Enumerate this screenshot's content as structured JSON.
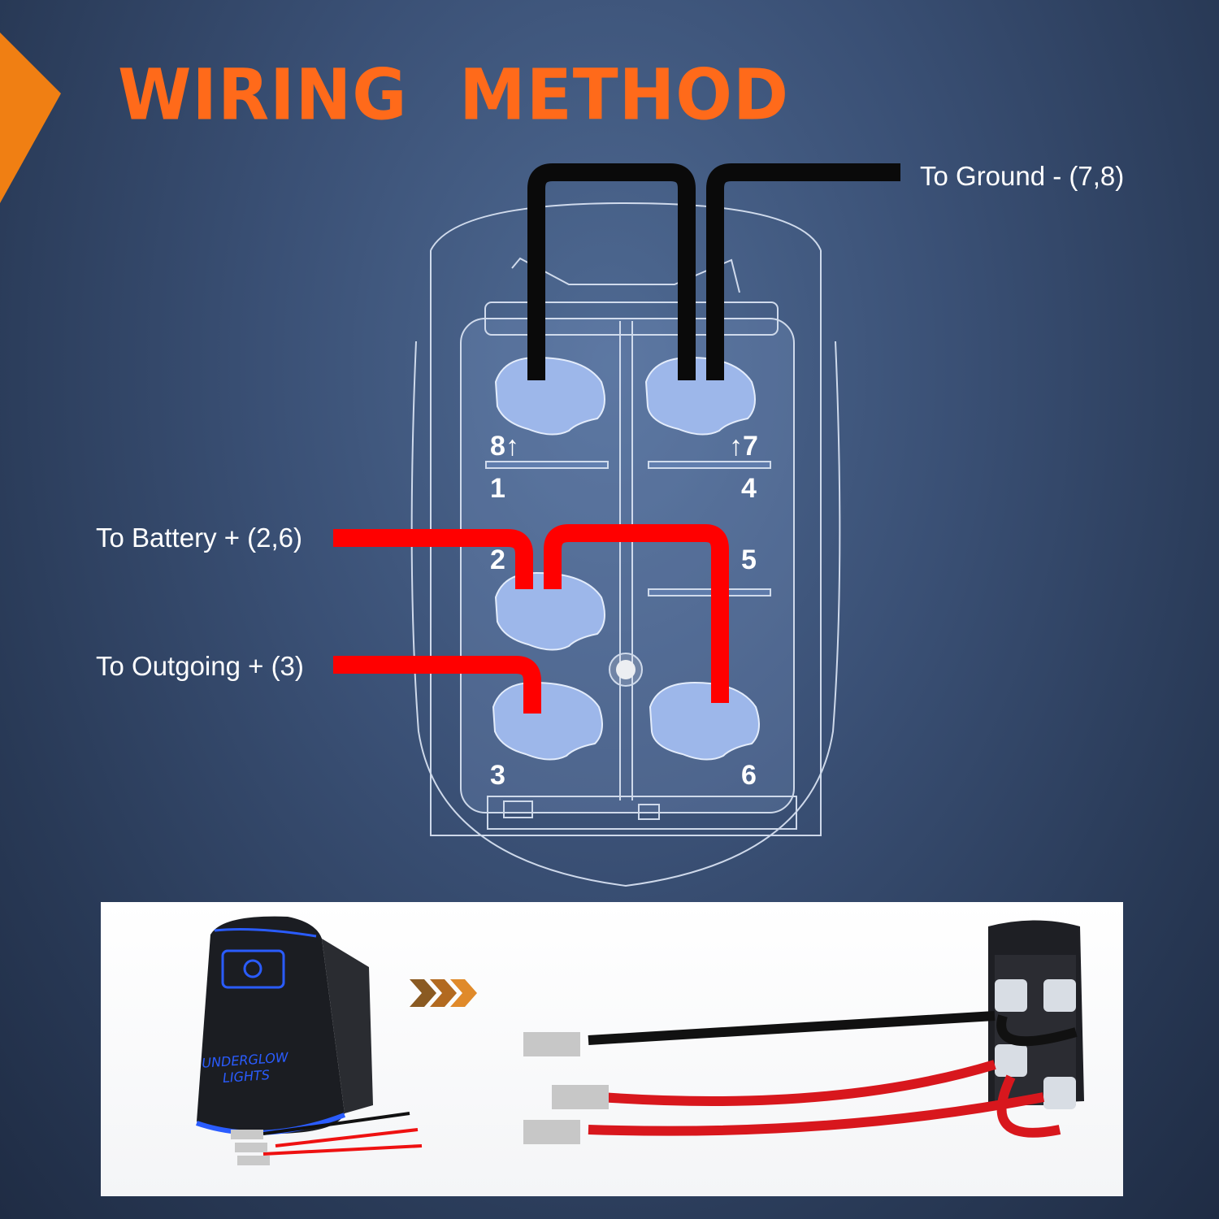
{
  "title": "WIRING METHOD",
  "labels": {
    "ground": "To Ground - (7,8)",
    "battery": "To Battery + (2,6)",
    "outgoing": "To Outgoing + (3)"
  },
  "pins": {
    "p8": "8",
    "p7": "7",
    "p1": "1",
    "p4": "4",
    "p2": "2",
    "p5": "5",
    "p3": "3",
    "p6": "6"
  },
  "switch_face": {
    "line1": "UNDERGLOW",
    "line2": "LIGHTS"
  },
  "colors": {
    "title": "#ff6a1a",
    "ground_wire": "#0a0a0a",
    "power_wire": "#ff0000",
    "accent_blue": "#2a5cff",
    "arrow": "#d77a1e"
  }
}
